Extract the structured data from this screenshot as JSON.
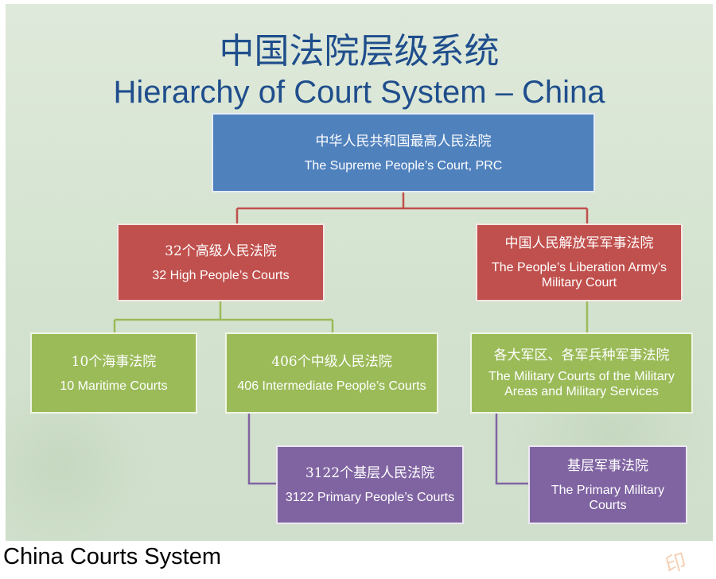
{
  "title": {
    "chinese": "中国法院层级系统",
    "english": "Hierarchy of Court System – China"
  },
  "nodes": {
    "supreme": {
      "chinese": "中华人民共和国最高人民法院",
      "english": "The Supreme People’s Court, PRC"
    },
    "high": {
      "chinese": "32个高级人民法院",
      "english": "32 High People’s Courts"
    },
    "military": {
      "chinese": "中国人民解放军军事法院",
      "english": "The People’s Liberation Army’s Military Court"
    },
    "maritime": {
      "chinese": "10个海事法院",
      "english": "10 Maritime Courts"
    },
    "intermediate": {
      "chinese": "406个中级人民法院",
      "english": "406 Intermediate People’s Courts"
    },
    "military_areas": {
      "chinese": "各大军区、各军兵种军事法院",
      "english": "The Military Courts of the Military Areas and Military Services"
    },
    "primary": {
      "chinese": "3122个基层人民法院",
      "english": "3122 Primary People’s Courts"
    },
    "primary_military": {
      "chinese": "基层军事法院",
      "english": "The Primary Military Courts"
    }
  },
  "colors": {
    "title": "#1f4e8c",
    "supreme": "#4f81bd",
    "second_tier": "#c0504d",
    "third_tier": "#9bbb59",
    "fourth_tier": "#8064a2"
  },
  "caption": "China Courts System"
}
